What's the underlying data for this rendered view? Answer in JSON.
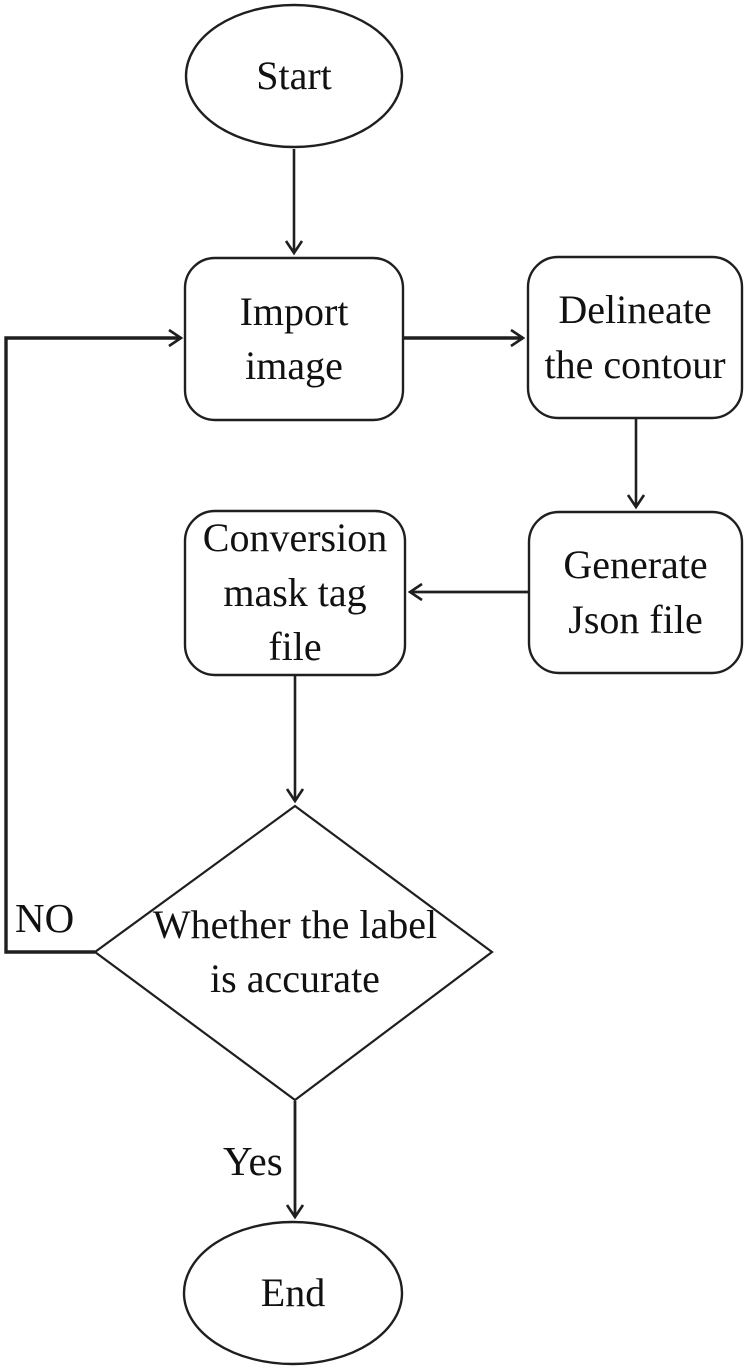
{
  "diagram": {
    "type": "flowchart",
    "background_color": "#ffffff",
    "stroke_color": "#1f1f1f",
    "text_color": "#111111",
    "nodes": {
      "start": {
        "label": "Start",
        "shape": "terminator-ellipse"
      },
      "import_image": {
        "label": "Import\nimage",
        "shape": "rounded-rectangle"
      },
      "delineate_contour": {
        "label": "Delineate\nthe contour",
        "shape": "rounded-rectangle"
      },
      "generate_json": {
        "label": "Generate\nJson file",
        "shape": "rounded-rectangle"
      },
      "conversion_mask": {
        "label": "Conversion\nmask tag\nfile",
        "shape": "rounded-rectangle"
      },
      "decision": {
        "label": "Whether the label\nis accurate",
        "shape": "decision-diamond"
      },
      "end": {
        "label": "End",
        "shape": "terminator-ellipse"
      }
    },
    "edges": {
      "start_to_import": {
        "from": "start",
        "to": "import_image",
        "label": ""
      },
      "import_to_delineate": {
        "from": "import_image",
        "to": "delineate_contour",
        "label": ""
      },
      "delineate_to_generate": {
        "from": "delineate_contour",
        "to": "generate_json",
        "label": ""
      },
      "generate_to_conversion": {
        "from": "generate_json",
        "to": "conversion_mask",
        "label": ""
      },
      "conversion_to_decision": {
        "from": "conversion_mask",
        "to": "decision",
        "label": ""
      },
      "decision_no_loop": {
        "from": "decision",
        "to": "import_image",
        "label": "NO"
      },
      "decision_yes": {
        "from": "decision",
        "to": "end",
        "label": "Yes"
      }
    }
  }
}
